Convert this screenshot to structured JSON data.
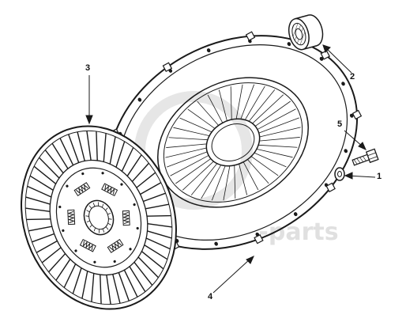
{
  "diagram": {
    "parts": [
      {
        "number": "1",
        "name": "washer"
      },
      {
        "number": "2",
        "name": "release-bearing"
      },
      {
        "number": "3",
        "name": "clutch-disc"
      },
      {
        "number": "4",
        "name": "pressure-plate"
      },
      {
        "number": "5",
        "name": "bolt"
      }
    ],
    "watermark": "-parts",
    "line_color": "#1a1a1a",
    "background": "#ffffff"
  }
}
